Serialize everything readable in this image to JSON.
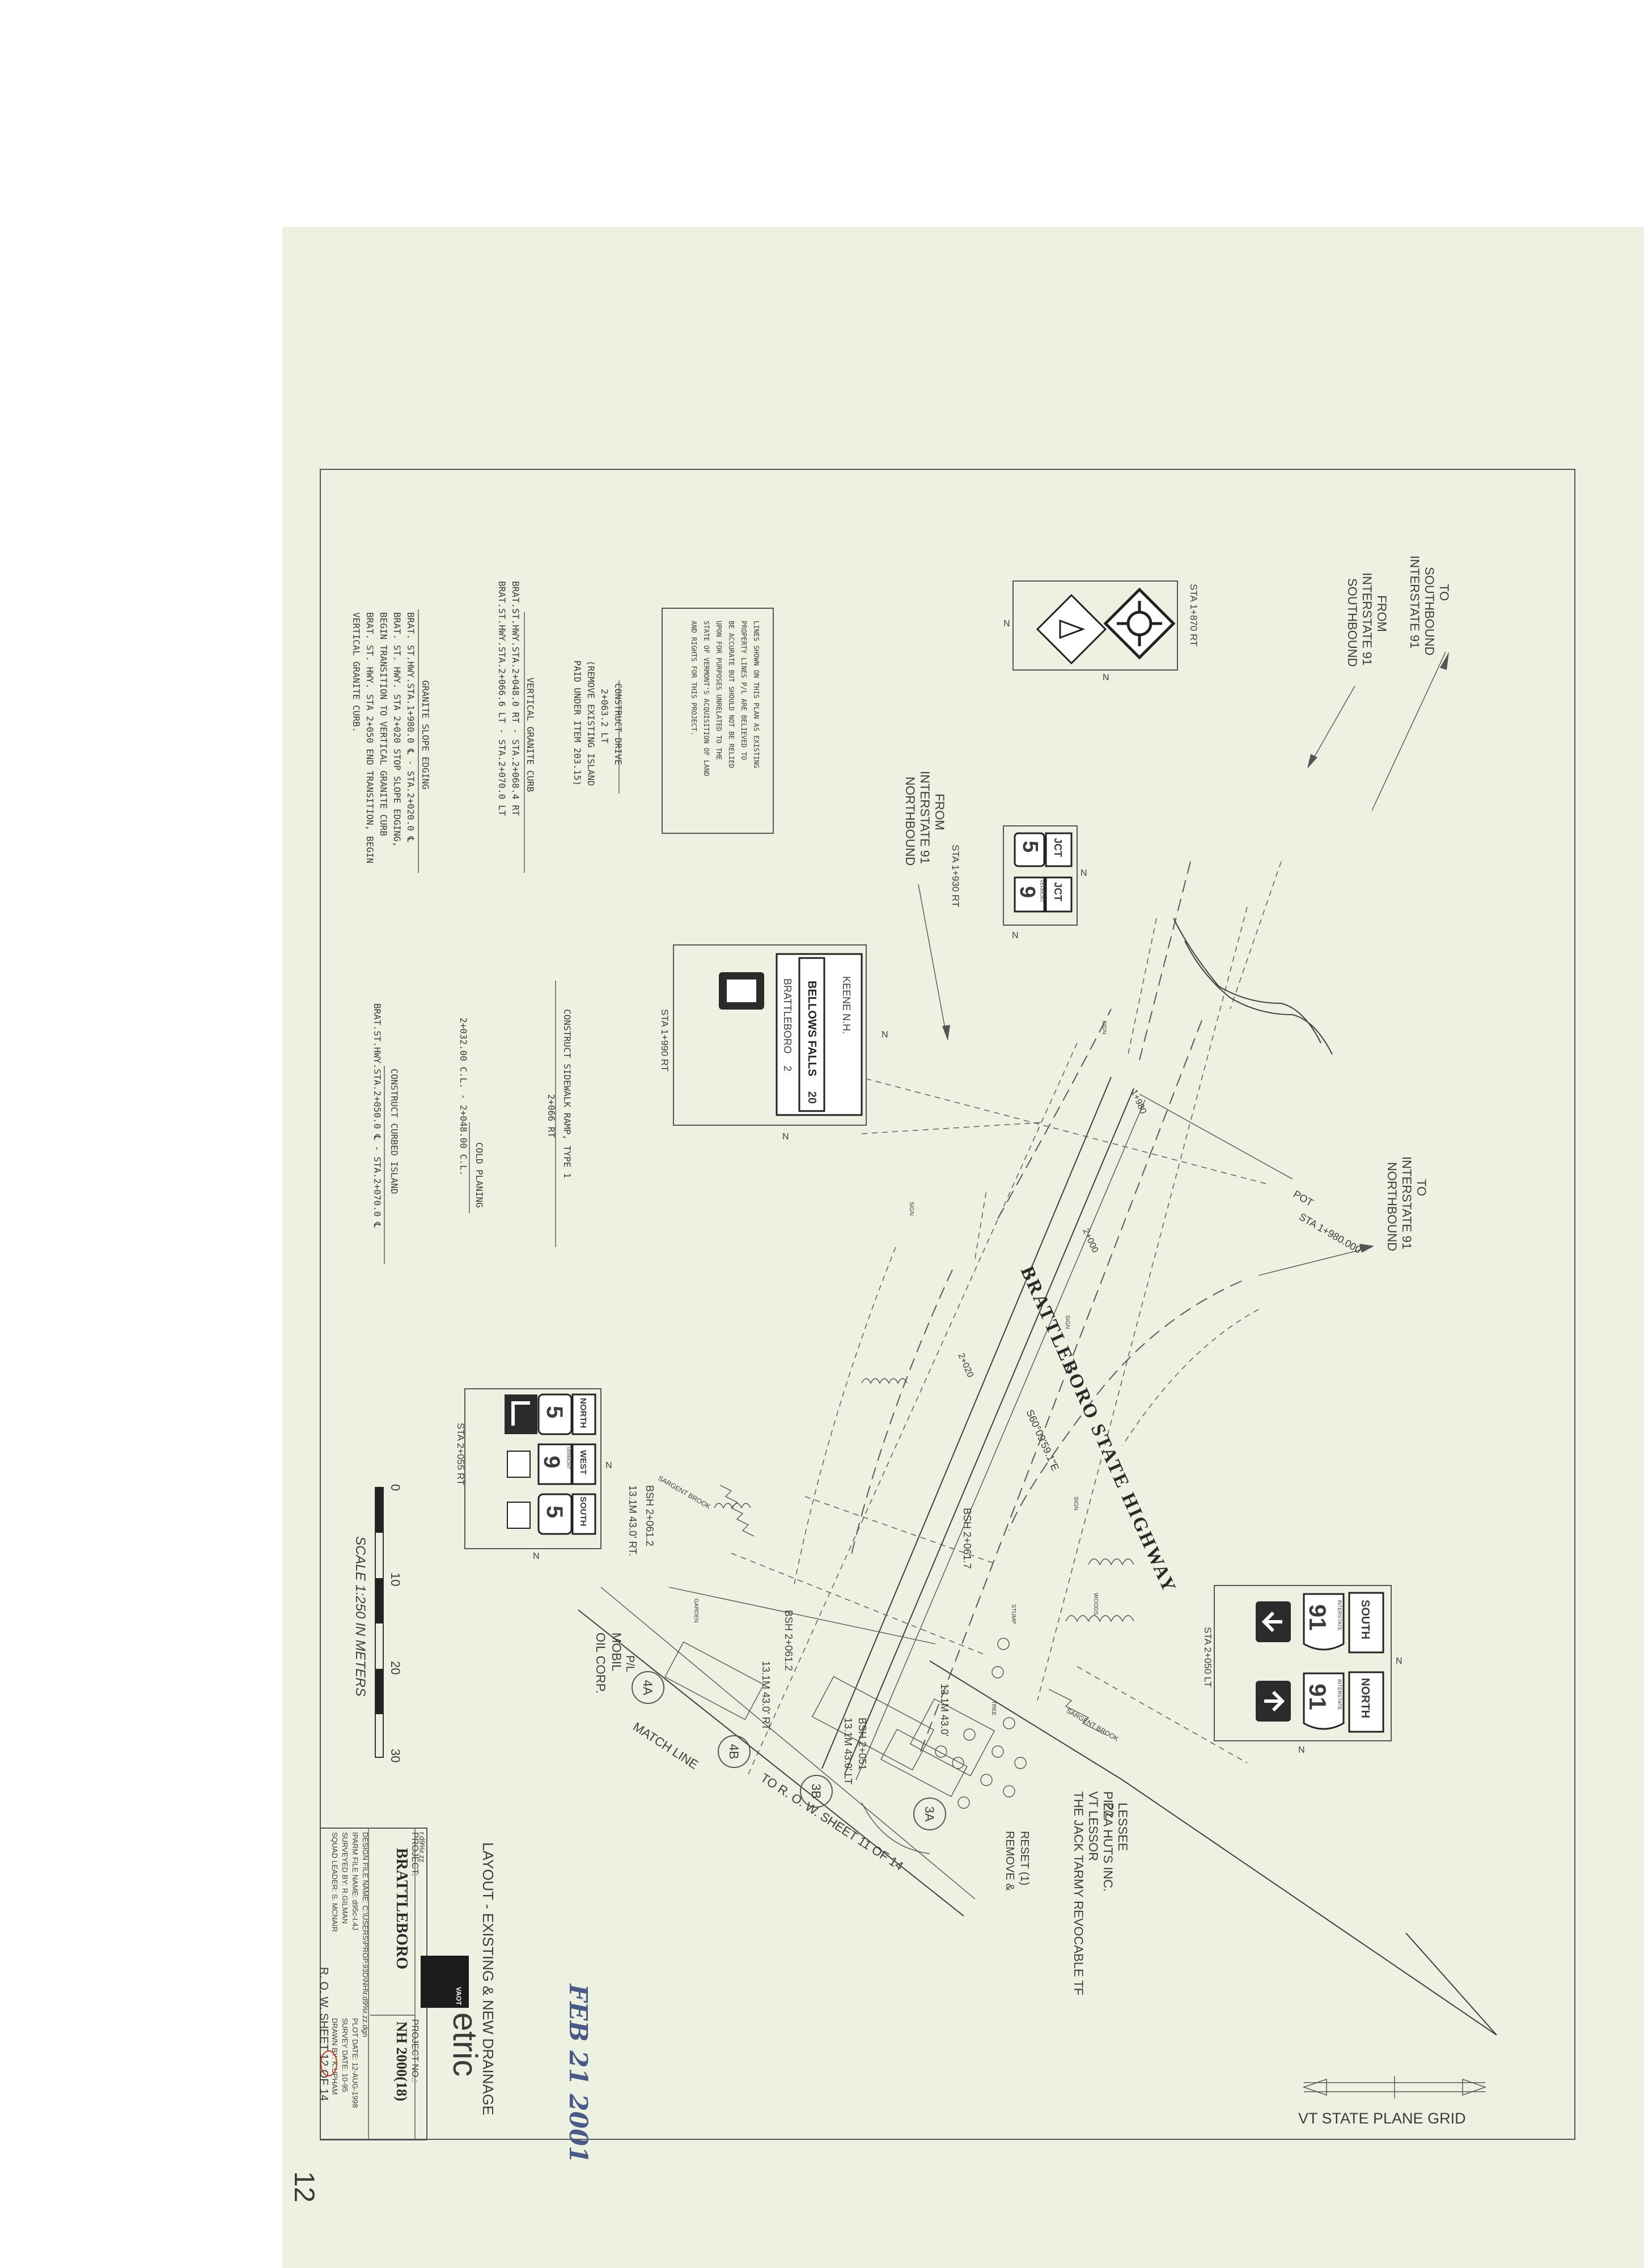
{
  "plan": {
    "north_label": "N",
    "to_southbound": [
      "TO",
      "SOUTHBOUND",
      "INTERSTATE 91"
    ],
    "from_southbound": [
      "FROM",
      "INTERSTATE 91",
      "SOUTHBOUND"
    ],
    "from_northbound": [
      "FROM",
      "INTERSTATE 91",
      "NORTHBOUND"
    ],
    "to_northbound": [
      "TO",
      "INTERSTATE 91",
      "NORTHBOUND"
    ],
    "lines_note": [
      "LINES SHOWN ON THIS PLAN AS EXISTING",
      "PROPERTY LINES P/L ARE BELIEVED TO",
      "BE ACCURATE BUT SHOULD NOT BE RELIED",
      "UPON FOR PURPOSES UNRELATED TO THE",
      "STATE OF VERMONT'S ACQUISITION OF LAND",
      "AND RIGHTS FOR THIS PROJECT."
    ],
    "construct_drive": [
      "CONSTRUCT DRIVE",
      "2+063.2 LT",
      "(REMOVE EXISTING ISLAND",
      "PAID UNDER ITEM 203.15)"
    ],
    "vertical_curb": [
      "VERTICAL GRANITE CURB",
      "BRAT.ST.HWY.STA.2+048.0 RT - STA.2+068.4 RT",
      "BRAT.ST.HWY.STA.2+066.6 LT - STA.2+070.0 LT"
    ],
    "granite_slope": [
      "GRANITE SLOPE EDGING",
      "BRAT. ST.HWY.STA.1+980.0 ℄ - STA.2+020.0 ℄",
      "BRAT. ST. HWY. STA 2+020  STOP SLOPE EDGING,",
      "BEGIN TRANSITION TO VERTICAL GRANITE CURB",
      "BRAT. ST. HWY. STA 2+050  END TRANSITION, BEGIN",
      "VERTICAL GRANITE CURB."
    ],
    "sidewalk_ramp": [
      "CONSTRUCT SIDEWALK RAMP, TYPE 1",
      "2+066 RT"
    ],
    "cold_planing": [
      "COLD PLANING",
      "2+032.00 C.L. - 2+048.00 C.L."
    ],
    "curbed_island": [
      "CONSTRUCT CURBED ISLAND",
      "BRAT.ST.HWY.STA.2+050.0 ℄ - STA.2+070.0 ℄"
    ],
    "sta_labels": [
      "STA 1+870 RT",
      "STA 1+930 RT",
      "STA 1+990 RT",
      "STA 2+055 RT",
      "STA 2+050 LT"
    ],
    "highway_name": "BRATTLEBORO STATE HIGHWAY",
    "pot_label": "POT",
    "pot_sta": "STA 1+980.000",
    "bearing": "S60°09'59.1\"E",
    "sta_ticks": [
      "1+980",
      "2+000",
      "2+020"
    ],
    "bsh_labels": [
      "BSH 2+061.2",
      "13.1M 43.0' RT.",
      "BSH 2+061.7",
      "BSH 2+061.2",
      "13.1M 43.0' RT",
      "BSH 2+051",
      "13.1M 43.0' LT",
      "13.1M 43.0'"
    ],
    "parcel_circles": [
      "4A",
      "4B",
      "3B",
      "3A"
    ],
    "mobil": [
      "MOBIL",
      "OIL CORP."
    ],
    "match_line": "MATCH LINE",
    "row_sheet": "TO R. O. W. SHEET 11 OF 14",
    "tarmy": [
      "THE JACK TARMY REVOCABLE TF",
      "VT LESSOR",
      "PIZZA HUTS INC.",
      "LESSEE"
    ],
    "remove_reset": [
      "REMOVE &",
      "RESET (1)"
    ],
    "sargent_brook": "SARGENT BROOK",
    "misc_labels": [
      "SIGN",
      "GARDEN",
      "WOODS",
      "STUMP",
      "TREE",
      "P/L"
    ],
    "scale_ticks": [
      "0",
      "10",
      "20",
      "30"
    ],
    "scale_label": "SCALE 1:250 IN METERS",
    "grid_label": "VT STATE PLANE GRID",
    "date_stamp": "FEB 21 2001",
    "sheet_number_mark": "12"
  },
  "signs": {
    "jct": "JCT",
    "route5": "5",
    "route9": "9",
    "vermont": "VERMONT",
    "keene": "KEENE N.H.",
    "bellows": "BELLOWS FALLS",
    "bellows_num": "20",
    "brattleboro": "BRATTLEBORO",
    "brattleboro_num": "2",
    "north": "NORTH",
    "west": "WEST",
    "south": "SOUTH",
    "interstate": "INTERSTATE",
    "route91": "91"
  },
  "title_block": {
    "title": "LAYOUT - EXISTING & NEW DRAINAGE",
    "metric": "etric",
    "vaot": "VAOT",
    "project_label": "PROJECT:",
    "project_name": "BRATTLEBORO",
    "project_no_label": "PROJECT NO.:",
    "project_no": "NH 2000(18)",
    "design_file": "DESIGN FILE NAME: C:\\USERS\\PROP.93D\\NH\\r.d9%r.zz.dgn",
    "ipark": "IPARM FILE NAME:     d95c-I.4J",
    "surveyed": "SURVEYED BY:           R.GILMAN",
    "squad": "SQUAD LEADER:          S. MCNAIR",
    "plot_date": "PLOT DATE: 12-AUG-1998",
    "survey_date": "SURVEY DATE:     10-95",
    "drawn": "DRAWN BY:    K.UPHAM",
    "row_sheet": "R. O. W. SHEET  12  OF 14",
    "file_code": "r.d9%r.zz"
  }
}
